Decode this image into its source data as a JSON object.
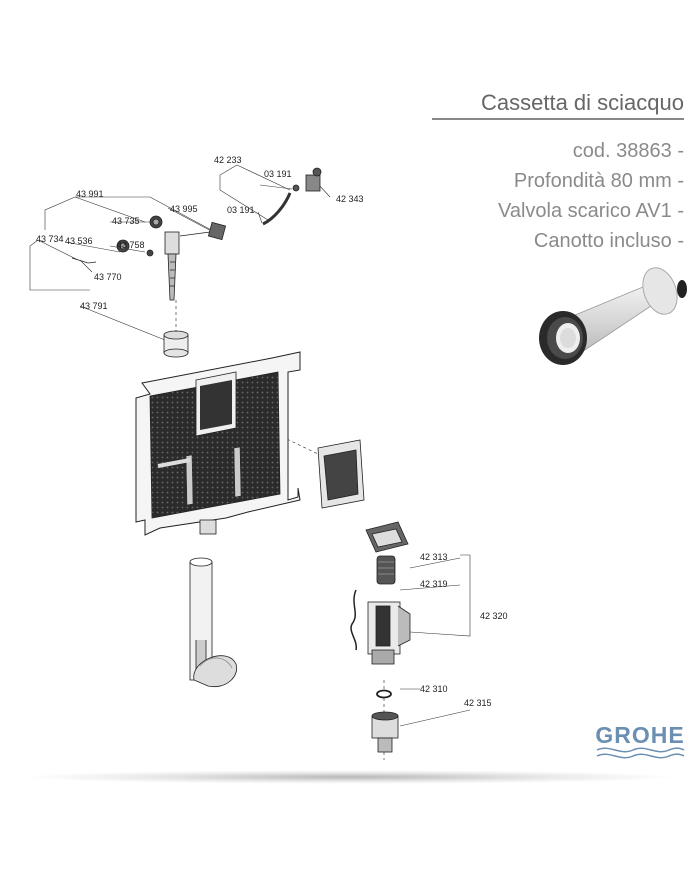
{
  "header": {
    "title": "Cassetta di sciacquo",
    "specs": [
      "cod. 38863 -",
      "Profondità 80 mm -",
      "Valvola scarico AV1 -",
      "Canotto incluso -"
    ]
  },
  "brand": {
    "logo": "GROHE",
    "color": "#6a8fb3"
  },
  "parts": {
    "p42233": "42 233",
    "p03191a": "03 191",
    "p03191b": "03 191",
    "p42343": "42 343",
    "p43991": "43 991",
    "p43995": "43 995",
    "p43735": "43 735",
    "p43734": "43 734",
    "p43536": "43 536",
    "p43758": "43 758",
    "p43770": "43 770",
    "p43791": "43 791",
    "p42313": "42 313",
    "p42319": "42 319",
    "p42320": "42 320",
    "p42310": "42 310",
    "p42315": "42 315"
  }
}
